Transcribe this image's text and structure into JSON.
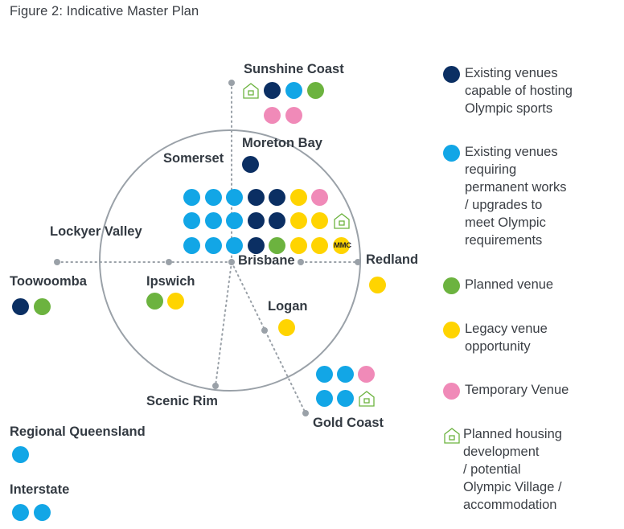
{
  "figure_title": "Figure 2: Indicative Master Plan",
  "colors": {
    "existing_capable": "#0b2f63",
    "existing_upgrade": "#12a6e6",
    "planned": "#6cb33f",
    "legacy": "#ffd400",
    "temporary": "#f08ab8",
    "housing": "#6cb33f",
    "line": "#9aa1a8"
  },
  "regions": {
    "sunshine_coast": {
      "label": "Sunshine Coast",
      "venues": [
        "housing",
        "existing_capable",
        "existing_upgrade",
        "planned",
        "temporary",
        "temporary"
      ]
    },
    "moreton_bay": {
      "label": "Moreton Bay",
      "venues": [
        "existing_capable"
      ]
    },
    "somerset": {
      "label": "Somerset",
      "venues": []
    },
    "brisbane": {
      "label": "Brisbane",
      "rows": [
        [
          "existing_upgrade",
          "existing_upgrade",
          "existing_upgrade",
          "existing_capable",
          "existing_capable",
          "legacy",
          "temporary"
        ],
        [
          "existing_upgrade",
          "existing_upgrade",
          "existing_upgrade",
          "existing_capable",
          "existing_capable",
          "legacy",
          "legacy",
          "housing"
        ],
        [
          "existing_upgrade",
          "existing_upgrade",
          "existing_upgrade",
          "existing_capable",
          "planned",
          "legacy",
          "legacy",
          "legacy"
        ]
      ],
      "mmc_label": "MMC"
    },
    "lockyer_valley": {
      "label": "Lockyer Valley",
      "venues": []
    },
    "toowoomba": {
      "label": "Toowoomba",
      "venues": [
        "existing_capable",
        "planned"
      ]
    },
    "ipswich": {
      "label": "Ipswich",
      "venues": [
        "planned",
        "legacy"
      ]
    },
    "redland": {
      "label": "Redland",
      "venues": [
        "legacy"
      ]
    },
    "logan": {
      "label": "Logan",
      "venues": [
        "legacy"
      ]
    },
    "scenic_rim": {
      "label": "Scenic Rim",
      "venues": []
    },
    "gold_coast": {
      "label": "Gold Coast",
      "rows": [
        [
          "existing_upgrade",
          "existing_upgrade",
          "temporary"
        ],
        [
          "existing_upgrade",
          "existing_upgrade",
          "housing"
        ]
      ]
    },
    "regional_queensland": {
      "label": "Regional Queensland",
      "venues": [
        "existing_upgrade"
      ]
    },
    "interstate": {
      "label": "Interstate",
      "venues": [
        "existing_upgrade",
        "existing_upgrade"
      ]
    }
  },
  "legend": [
    {
      "key": "existing_capable",
      "label": "Existing venues capable of hosting Olympic sports",
      "lines": [
        "Existing venues",
        "capable of hosting",
        "Olympic sports"
      ]
    },
    {
      "key": "existing_upgrade",
      "label": "Existing venues requiring permanent works / upgrades to meet Olympic requirements",
      "lines": [
        "Existing venues",
        "requiring",
        "permanent works",
        "/ upgrades to",
        "meet Olympic",
        "requirements"
      ]
    },
    {
      "key": "planned",
      "label": "Planned venue",
      "lines": [
        "Planned venue"
      ]
    },
    {
      "key": "legacy",
      "label": "Legacy venue opportunity",
      "lines": [
        "Legacy venue",
        "opportunity"
      ]
    },
    {
      "key": "temporary",
      "label": "Temporary Venue",
      "lines": [
        "Temporary Venue"
      ]
    },
    {
      "key": "housing",
      "label": "Planned housing development / potential Olympic Village / accommodation",
      "lines": [
        "Planned housing",
        "development",
        "/ potential",
        "Olympic Village /",
        "accommodation"
      ]
    }
  ]
}
